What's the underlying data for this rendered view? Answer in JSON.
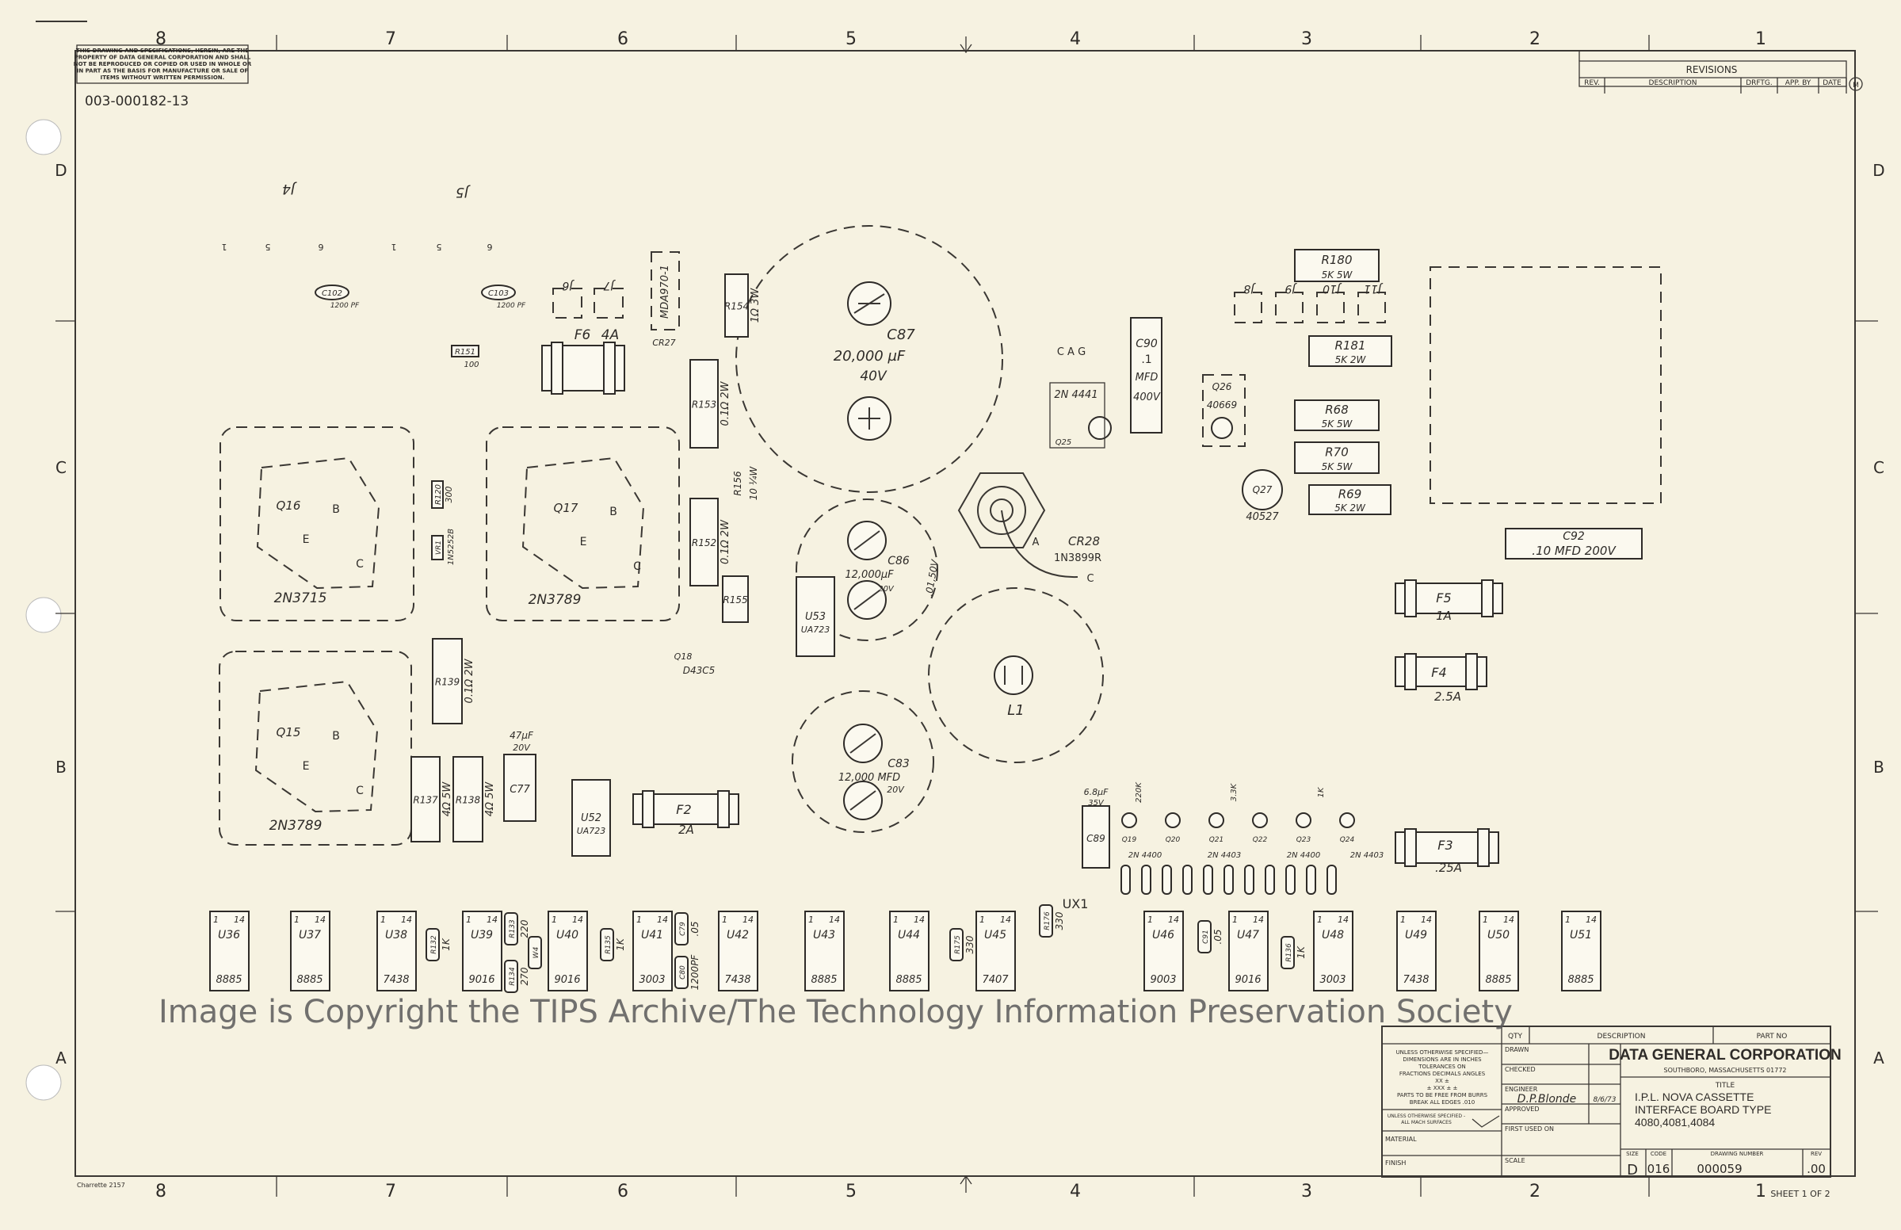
{
  "notice": [
    "THIS DRAWING AND SPECIFICATIONS, HEREIN, ARE THE",
    "PROPERTY OF DATA GENERAL CORPORATION AND SHALL",
    "NOT BE REPRODUCED OR COPIED OR USED IN WHOLE OR",
    "IN PART AS THE BASIS FOR MANUFACTURE OR SALE OF",
    "ITEMS WITHOUT WRITTEN PERMISSION."
  ],
  "doc_number": "003-000182-13",
  "zones": {
    "columns": [
      "8",
      "7",
      "6",
      "5",
      "4",
      "3",
      "2",
      "1"
    ],
    "rows": [
      "D",
      "C",
      "B",
      "A"
    ]
  },
  "revisions": {
    "title": "REVISIONS",
    "headers": [
      "REV.",
      "DESCRIPTION",
      "DRFTG.",
      "APP. BY",
      "DATE"
    ],
    "mark": "M"
  },
  "title_block": {
    "qty": "QTY",
    "description": "DESCRIPTION",
    "part_no": "PART NO",
    "tolerances": [
      "UNLESS OTHERWISE SPECIFIED—",
      "DIMENSIONS ARE IN INCHES",
      "TOLERANCES ON",
      "FRACTIONS  DECIMALS  ANGLES",
      "XX ±",
      "±      XXX ±      ±",
      "PARTS TO BE FREE FROM BURRS",
      "BREAK ALL EDGES .010"
    ],
    "surfaces": [
      "UNLESS OTHERWISE SPECIFIED -",
      "ALL MACH SURFACES"
    ],
    "material": "MATERIAL",
    "finish": "FINISH",
    "drawn": "DRAWN",
    "checked": "CHECKED",
    "engineer": "ENGINEER",
    "engineer_sig": "D.P.Blonde",
    "engineer_date": "8/6/73",
    "approved": "APPROVED",
    "first_used_on": "FIRST USED ON",
    "scale": "SCALE",
    "company": "DATA GENERAL CORPORATION",
    "address": "SOUTHBORO, MASSACHUSETTS 01772",
    "title_label": "TITLE",
    "title": [
      "I.P.L. NOVA CASSETTE",
      "INTERFACE BOARD TYPE",
      "4080,4081,4084"
    ],
    "size_label": "SIZE",
    "size": "D",
    "code_label": "CODE",
    "code": "016",
    "drawing_number_label": "DRAWING NUMBER",
    "drawing_number": "000059",
    "rev_label": "REV",
    "rev": ".00",
    "sheet": "SHEET 1 OF 2"
  },
  "parts": {
    "q16": {
      "ref": "Q16",
      "type": "2N3715",
      "b": "B",
      "e": "E",
      "c": "C"
    },
    "q17": {
      "ref": "Q17",
      "type": "2N3789",
      "b": "B",
      "e": "E",
      "c": "C"
    },
    "q15": {
      "ref": "Q15",
      "type": "2N3789",
      "b": "B",
      "e": "E",
      "c": "C"
    },
    "c87": {
      "ref": "C87",
      "value": "20,000 µF",
      "voltage": "40V"
    },
    "c86": {
      "ref": "C86",
      "value": "12,000µF",
      "voltage": "20V",
      "alt": ".01,50V"
    },
    "c83": {
      "ref": "C83",
      "value": "12,000 MFD",
      "voltage": "20V"
    },
    "l1": {
      "ref": "L1"
    },
    "cr28": {
      "ref": "CR28",
      "type": "1N3899R",
      "a": "A",
      "c": "C"
    },
    "f6": {
      "ref": "F6",
      "rating": "4A"
    },
    "f2": {
      "ref": "F2",
      "rating": "2A"
    },
    "f5": {
      "ref": "F5",
      "rating": "1A"
    },
    "f4": {
      "ref": "F4",
      "rating": "2.5A"
    },
    "f3": {
      "ref": "F3",
      "rating": ".25A"
    },
    "c92": {
      "ref": "C92",
      "value": ".10 MFD 200V"
    },
    "r180": {
      "ref": "R180",
      "value": "5K 5W"
    },
    "r181": {
      "ref": "R181",
      "value": "5K   2W"
    },
    "r68": {
      "ref": "R68",
      "value": "5K 5W"
    },
    "r70": {
      "ref": "R70",
      "value": "5K 5W"
    },
    "r69": {
      "ref": "R69",
      "value": "5K 2W"
    },
    "c90": {
      "ref": "C90",
      "value": ".1",
      "unit": "MFD",
      "voltage": "400V"
    },
    "q27": {
      "ref": "Q27",
      "type": "40527"
    },
    "q26": {
      "ref": "Q26",
      "type": "40669"
    },
    "q25": {
      "ref": "Q25",
      "type": "2N 4441",
      "pins": "C  A  G"
    },
    "u52": {
      "ref": "U52",
      "type": "UA723"
    },
    "u53": {
      "ref": "U53",
      "type": "UA723"
    },
    "c77": {
      "ref": "C77",
      "value": "47µF",
      "voltage": "20V"
    },
    "r137": {
      "ref": "R137",
      "value": "4Ω 5W"
    },
    "r138": {
      "ref": "R138",
      "value": "4Ω 5W"
    },
    "r139": {
      "ref": "R139",
      "value": "0.1Ω 2W"
    },
    "r152": {
      "ref": "R152",
      "value": "0.1Ω 2W"
    },
    "r153": {
      "ref": "R153",
      "value": "0.1Ω 2W"
    },
    "r154": {
      "ref": "R154",
      "value": "1Ω 3W"
    },
    "r155": {
      "ref": "R155"
    },
    "r156": {
      "ref": "R156",
      "value": "10 ¼W"
    },
    "c102": {
      "ref": "C102",
      "value": "1200 PF"
    },
    "c103": {
      "ref": "C103",
      "value": "1200 PF"
    },
    "r151": {
      "ref": "R151",
      "value": "100"
    },
    "r120": {
      "ref": "R120",
      "value": "300"
    },
    "vr1": {
      "ref": "VR1",
      "type": "1N5252B"
    },
    "cr27": {
      "ref": "CR27",
      "type": "MDA970-1"
    },
    "q18": {
      "ref": "Q18",
      "type": "D43C5"
    },
    "c89": {
      "ref": "C89",
      "value": "6.8µF",
      "voltage": "35V"
    },
    "small": [
      "Q19",
      "Q20",
      "Q21",
      "Q22",
      "Q23",
      "Q24",
      "2N 4400",
      "2N 4403",
      "220K",
      "3.3K",
      "1K"
    ],
    "ux1": "UX1",
    "connectors": {
      "j4": "J4",
      "j5": "J5",
      "j6": "J6",
      "j7": "J7",
      "j8": "J8",
      "j9": "J9",
      "j10": "J10",
      "j11": "J11",
      "pins": [
        "1",
        "5",
        "6",
        "1",
        "5",
        "6"
      ]
    }
  },
  "ic_pins": {
    "first": "1",
    "last": "14"
  },
  "ics": [
    {
      "ref": "U36",
      "type": "8885"
    },
    {
      "ref": "U37",
      "type": "8885"
    },
    {
      "ref": "U38",
      "type": "7438"
    },
    {
      "ref": "U39",
      "type": "9016"
    },
    {
      "ref": "U40",
      "type": "9016"
    },
    {
      "ref": "U41",
      "type": "3003"
    },
    {
      "ref": "U42",
      "type": "7438"
    },
    {
      "ref": "U43",
      "type": "8885"
    },
    {
      "ref": "U44",
      "type": "8885"
    },
    {
      "ref": "U45",
      "type": "7407"
    },
    {
      "ref": "U46",
      "type": "9003"
    },
    {
      "ref": "U47",
      "type": "9016"
    },
    {
      "ref": "U48",
      "type": "3003"
    },
    {
      "ref": "U49",
      "type": "7438"
    },
    {
      "ref": "U50",
      "type": "8885"
    },
    {
      "ref": "U51",
      "type": "8885"
    }
  ],
  "ic_row_parts": [
    {
      "ref": "R132",
      "value": "1K"
    },
    {
      "ref": "R133",
      "value": "220"
    },
    {
      "ref": "R134",
      "value": "270"
    },
    {
      "ref": "W4",
      "value": ""
    },
    {
      "ref": "R135",
      "value": "1K"
    },
    {
      "ref": "C79",
      "value": ".05"
    },
    {
      "ref": "C80",
      "value": "1200PF"
    },
    {
      "ref": "R175",
      "value": "330"
    },
    {
      "ref": "R176",
      "value": "330"
    },
    {
      "ref": "C91",
      "value": ".05"
    },
    {
      "ref": "R136",
      "value": "1K"
    }
  ],
  "watermark": "Image is Copyright the TIPS Archive/The Technology Information Preservation Society",
  "charrette": "Charrette 2157"
}
